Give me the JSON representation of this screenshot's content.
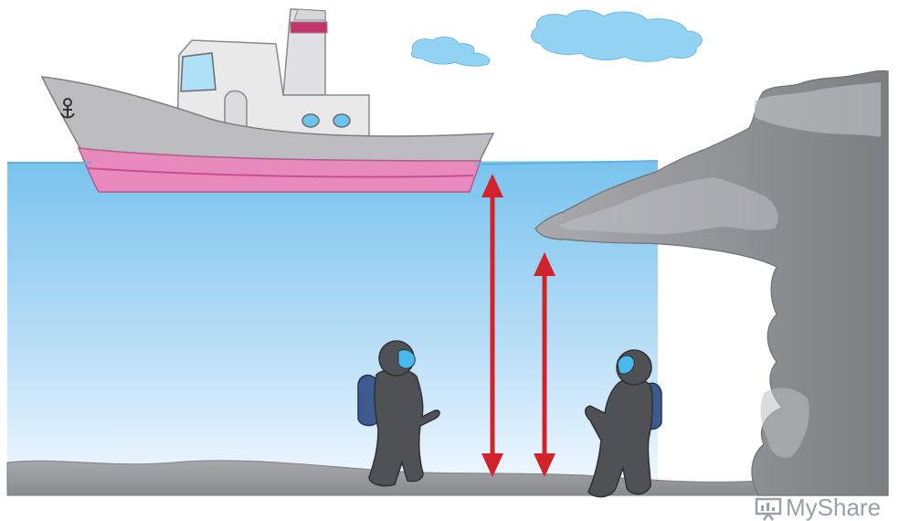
{
  "scene": {
    "description_objects": [
      "ship",
      "sea",
      "rock-overhang",
      "diver-left",
      "diver-right",
      "depth-arrow-long",
      "depth-arrow-short",
      "cloud-small",
      "cloud-large"
    ]
  },
  "watermark": {
    "text": "MyShare",
    "icon": "presentation-icon"
  },
  "colors": {
    "sky": "#ffffff",
    "water_top": "#7fc7ef",
    "water_bottom": "#f2f8ff",
    "hull_gray": "#b9b9bb",
    "hull_pink": "#e67fb6",
    "cabin": "#e9e9ea",
    "rock": "#8e8f93",
    "rock_light": "#b3b4b8",
    "seabed": "#9a9b9f",
    "diver_suit": "#4f5054",
    "diver_tank": "#3f5a8e",
    "visor": "#45b7ea",
    "arrow": "#d2232a",
    "cloud": "#92d1f2"
  }
}
